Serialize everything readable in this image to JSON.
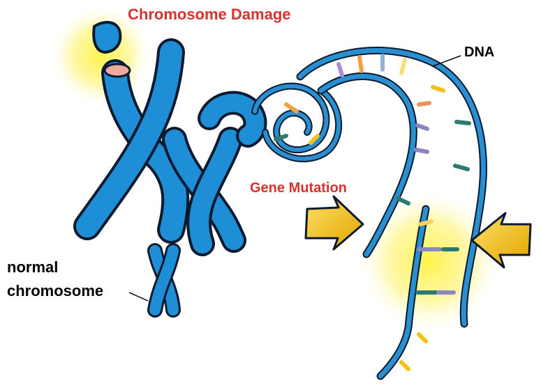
{
  "labels": {
    "chromosome_damage": "Chromosome Damage",
    "dna": "DNA",
    "gene_mutation": "Gene Mutation",
    "normal_line1": "normal",
    "normal_line2": "chromosome"
  },
  "colors": {
    "chromosome_blue": "#1e8fd6",
    "outline": "#0b1a2e",
    "damage_red": "#d8322e",
    "glow_yellow": "#fff34a",
    "arrow_gold": "#f2c21b",
    "dna_strand": "#2a8fd0"
  },
  "icons": {
    "left_arrow": "right-pointing-arrow-icon",
    "right_arrow": "left-pointing-arrow-icon"
  }
}
